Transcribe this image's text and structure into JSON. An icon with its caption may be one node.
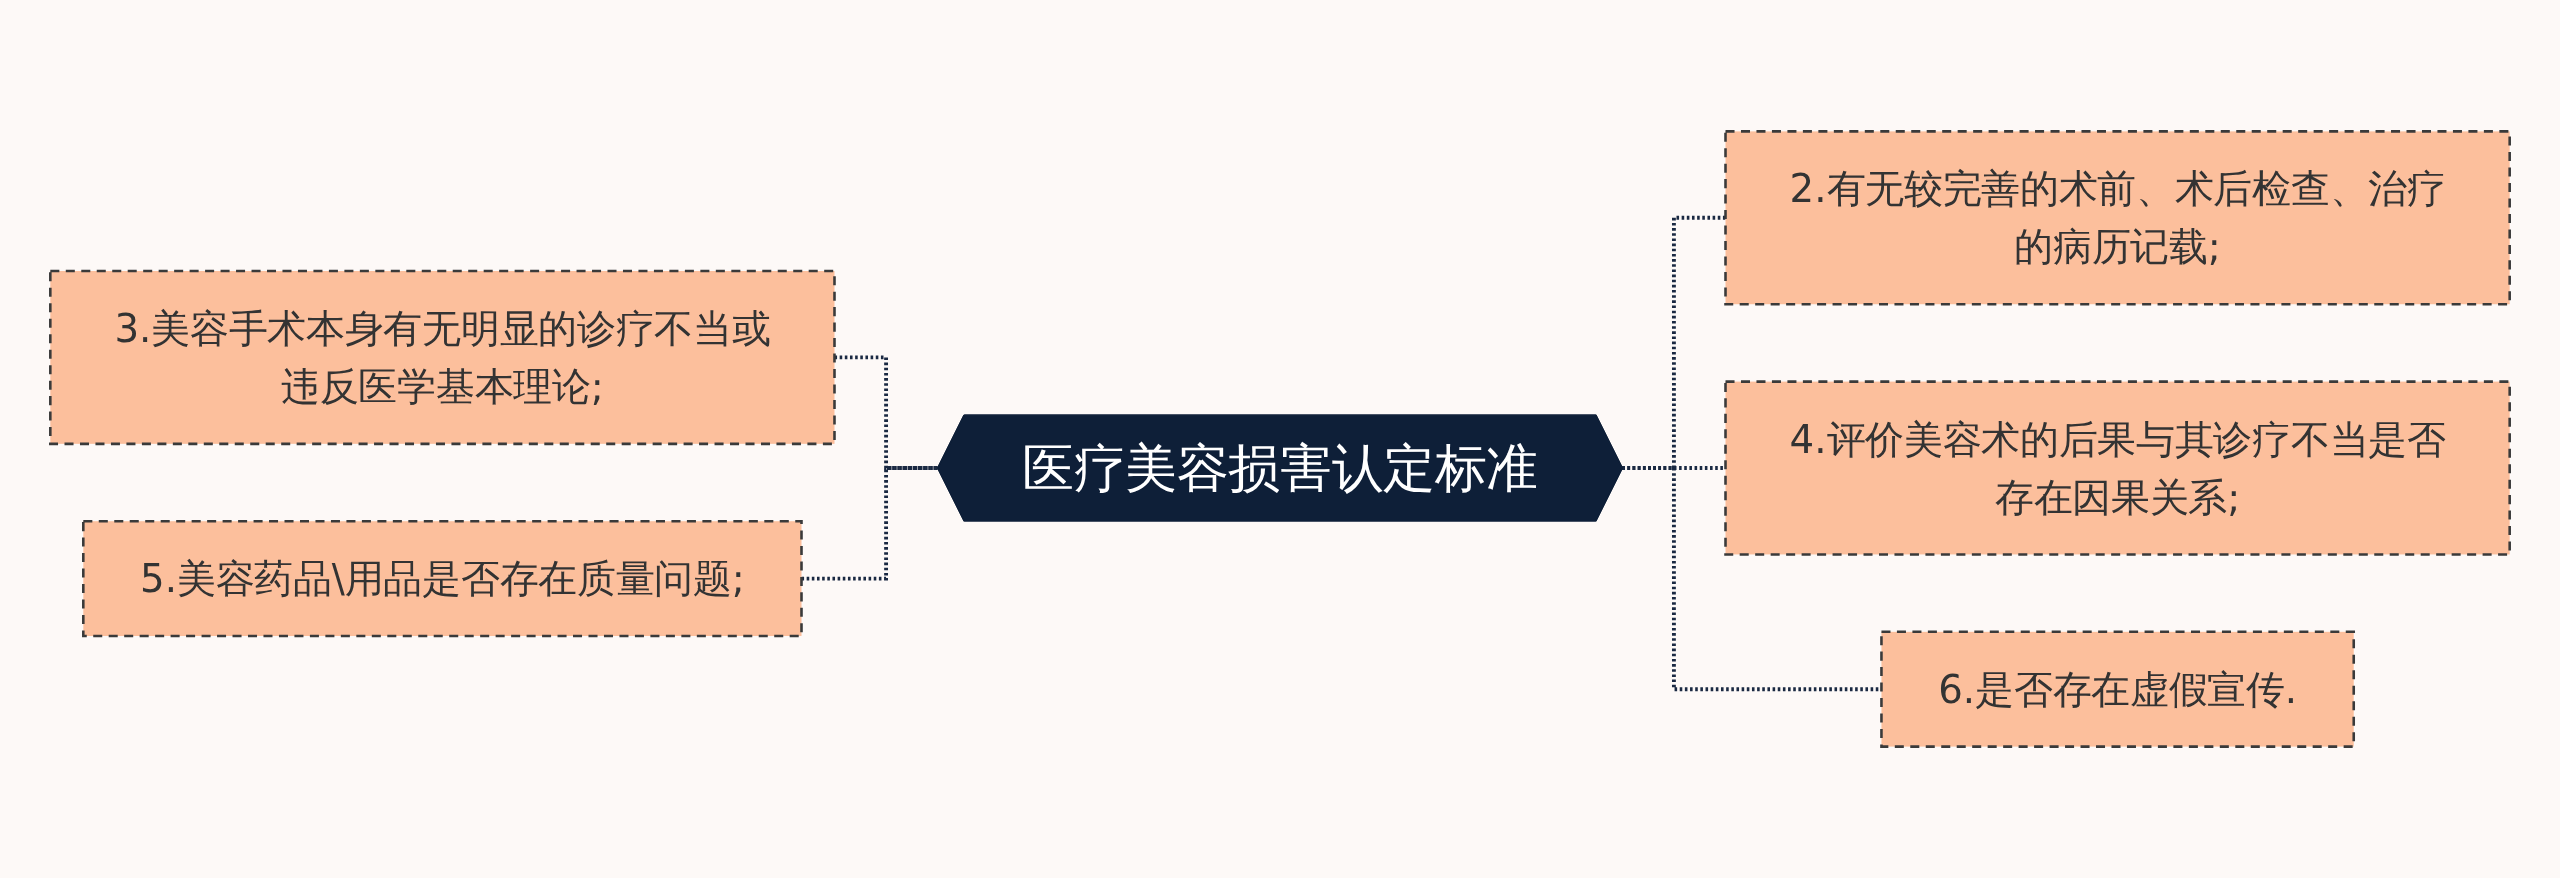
{
  "diagram": {
    "nodes": [
      {
        "text": [
          "医疗美容损害认定标准"
        ]
      },
      {
        "text": [
          "2.有无较完善的术前、术后检查、治疗的病历记载;"
        ]
      },
      {
        "text": [
          "3.美容手术本身有无明显的诊疗不当或违反医学基本理论;"
        ]
      },
      {
        "text": [
          "4.评价美容术的后果与其诊疗不当是否存在因果关系;"
        ]
      },
      {
        "text": [
          "5.美容药品\\用品是否存在质量问题;"
        ]
      },
      {
        "text": [
          "6.是否存在虚假宣传."
        ]
      }
    ],
    "edges": [
      {
        "from": 0,
        "to": 1,
        "arrow": "none",
        "style": "dashed"
      },
      {
        "from": 2,
        "to": 0,
        "arrow": "none",
        "style": "dashed"
      },
      {
        "from": 0,
        "to": 3,
        "arrow": "none",
        "style": "dashed"
      },
      {
        "from": 4,
        "to": 0,
        "arrow": "none",
        "style": "dashed"
      },
      {
        "from": 0,
        "to": 5,
        "arrow": "none",
        "style": "dashed"
      }
    ]
  }
}
